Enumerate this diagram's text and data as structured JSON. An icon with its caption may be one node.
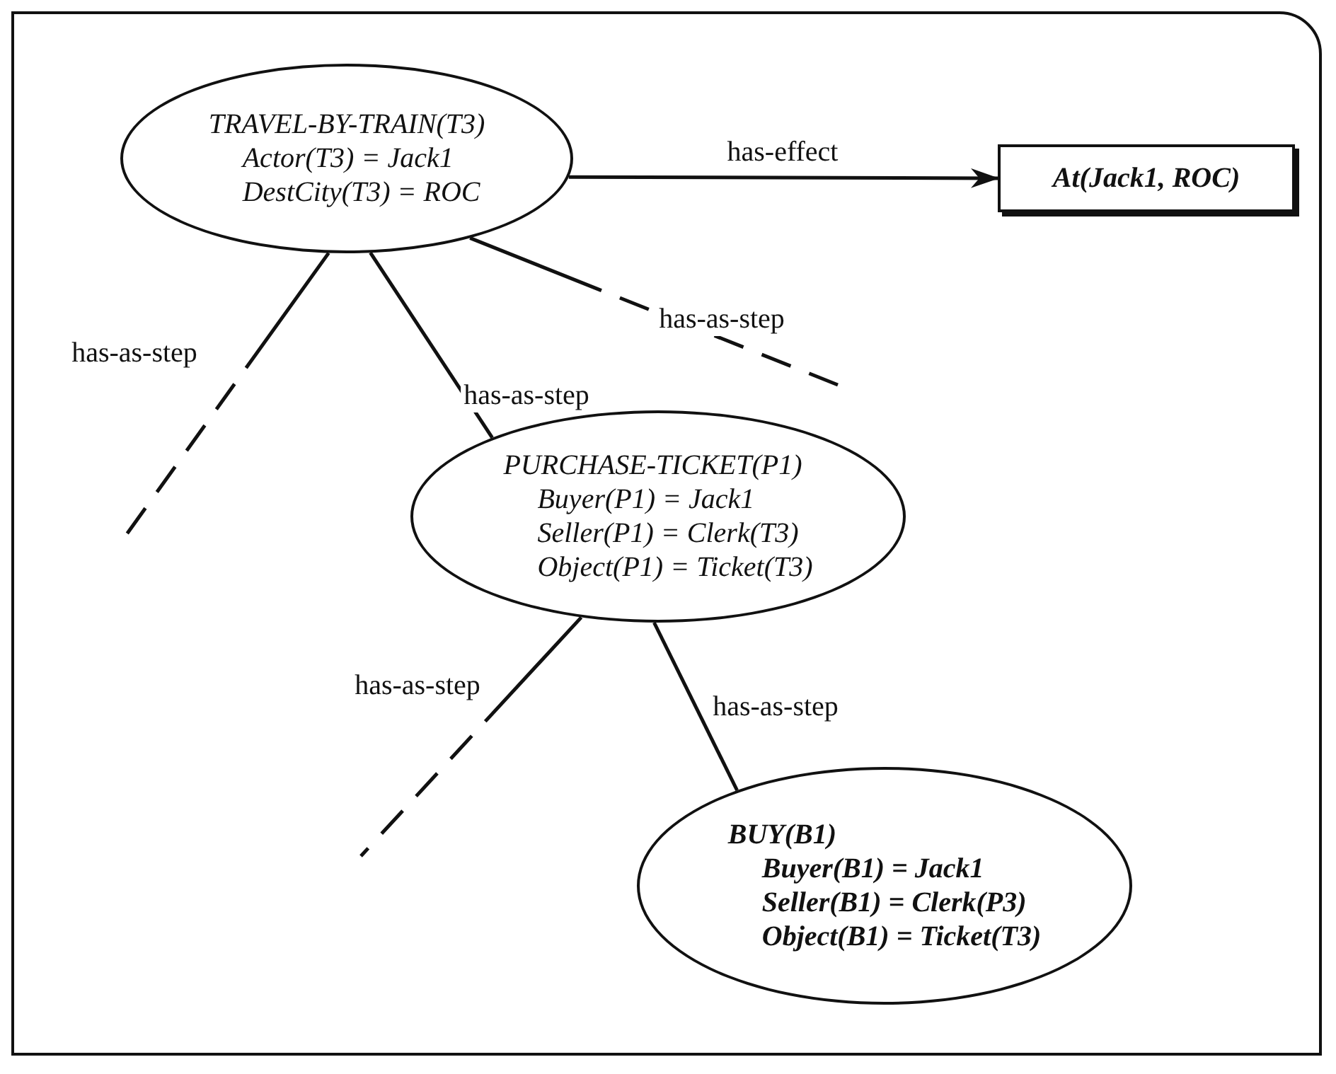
{
  "diagram": {
    "nodes": [
      {
        "text": [
          "TRAVEL-BY-TRAIN(T3)",
          "Actor(T3) = Jack1",
          "DestCity(T3) = ROC"
        ]
      },
      {
        "text": [
          "At(Jack1, ROC)"
        ]
      },
      {
        "text": [
          "PURCHASE-TICKET(P1)",
          "Buyer(P1) = Jack1",
          "Seller(P1) = Clerk(T3)",
          "Object(P1) = Ticket(T3)"
        ]
      },
      {
        "text": [
          "BUY(B1)",
          "Buyer(B1) = Jack1",
          "Seller(B1) = Clerk(P3)",
          "Object(B1) = Ticket(T3)"
        ]
      }
    ],
    "edges": [
      {
        "from": 0,
        "to": 1,
        "arrow": "to",
        "label": "has-effect"
      },
      {
        "from": 0,
        "to": null,
        "arrow": "none",
        "label": "has-as-step",
        "style": "dashed"
      },
      {
        "from": 0,
        "to": null,
        "arrow": "none",
        "label": "has-as-step",
        "style": "dashed"
      },
      {
        "from": 0,
        "to": 2,
        "arrow": "none",
        "label": "has-as-step"
      },
      {
        "from": 2,
        "to": null,
        "arrow": "none",
        "label": "has-as-step",
        "style": "dashed"
      },
      {
        "from": 2,
        "to": 3,
        "arrow": "none",
        "label": "has-as-step"
      }
    ]
  }
}
